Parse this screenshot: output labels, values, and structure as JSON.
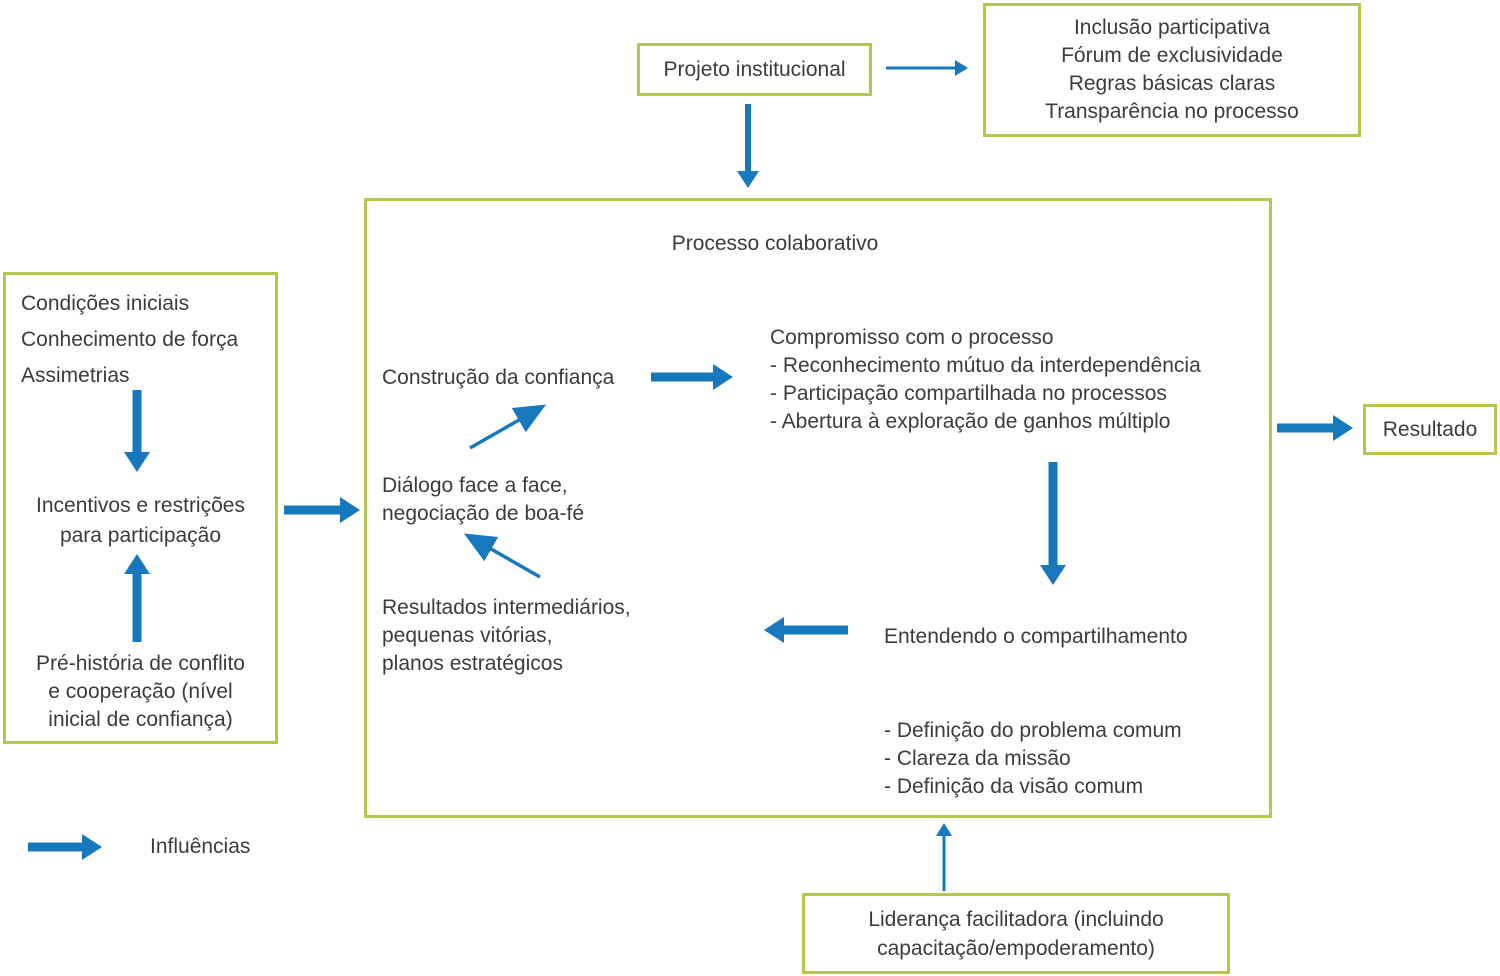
{
  "colors": {
    "accent_blue": "#1878be",
    "box_border_green": "#b2c74b",
    "text": "#3c3c3b",
    "background": "#ffffff"
  },
  "projeto_box": {
    "label": "Projeto institucional"
  },
  "fatores_box": {
    "lines": [
      "Inclusão participativa",
      "Fórum de exclusividade",
      "Regras básicas claras",
      "Transparência no processo"
    ]
  },
  "condicoes_box": {
    "top_lines": [
      "Condições iniciais",
      "Conhecimento de força",
      "Assimetrias"
    ],
    "middle_lines": [
      "Incentivos e restrições",
      "para participação"
    ],
    "bottom_lines": [
      "Pré-história de conflito",
      "e cooperação (nível",
      "inicial de confiança)"
    ]
  },
  "processo_box": {
    "title": "Processo colaborativo",
    "construcao": "Construção da confiança",
    "compromisso_lines": [
      "Compromisso com o processo",
      "- Reconhecimento mútuo da interdependência",
      "- Participação compartilhada no processos",
      "- Abertura à exploração de ganhos múltiplo"
    ],
    "dialogo_lines": [
      "Diálogo face a face,",
      "negociação de boa-fé"
    ],
    "resultados_lines": [
      "Resultados intermediários,",
      "pequenas vitórias,",
      "planos estratégicos"
    ],
    "entendendo": "Entendendo o compartilhamento",
    "definicao_lines": [
      "- Definição do problema comum",
      "- Clareza da missão",
      "- Definição da visão comum"
    ]
  },
  "resultado_box": {
    "label": "Resultado"
  },
  "lideranca_box": {
    "lines": [
      "Liderança facilitadora (incluindo",
      "capacitação/empoderamento)"
    ]
  },
  "legend": {
    "label": "Influências"
  }
}
